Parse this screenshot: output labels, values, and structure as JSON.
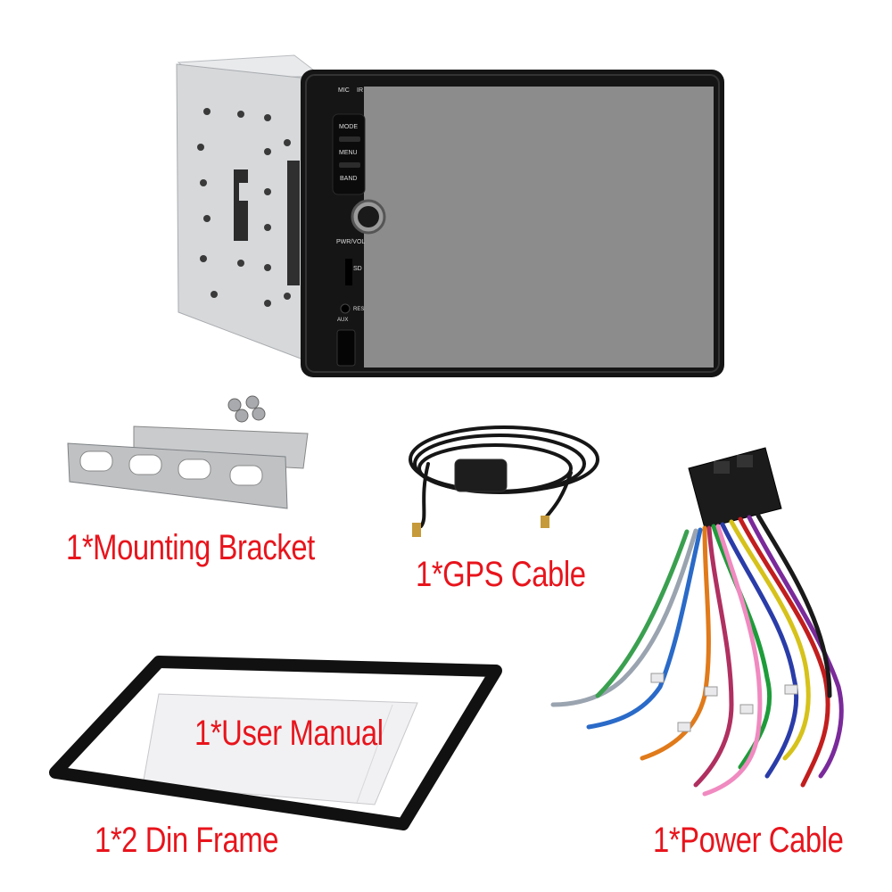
{
  "head_unit": {
    "mic_label": "MIC",
    "ir_label": "IR",
    "mode_label": "MODE",
    "menu_label": "MENU",
    "band_label": "BAND",
    "pwr_vol_label": "PWR/VOL",
    "sd_label": "SD",
    "res_label": "RES",
    "aux_label": "AUX"
  },
  "items": {
    "mounting_bracket": "1*Mounting Bracket",
    "gps_cable": "1*GPS Cable",
    "user_manual": "1*User Manual",
    "din_frame": "1*2 Din  Frame",
    "power_cable": "1*Power Cable"
  },
  "colors": {
    "label_red": "#e8141c",
    "screen_gray": "#8c8c8c",
    "bezel_black": "#111111",
    "chassis_silver": "#d9dbdd"
  }
}
